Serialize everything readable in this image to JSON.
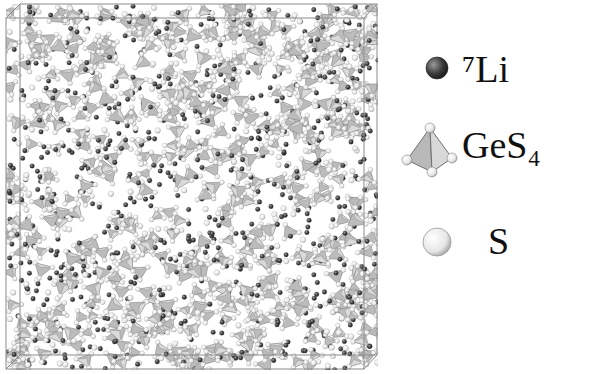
{
  "diagram": {
    "legend": [
      {
        "text": "⁷Li"
      },
      {
        "text": "GeS₄"
      },
      {
        "text": "S"
      }
    ]
  }
}
